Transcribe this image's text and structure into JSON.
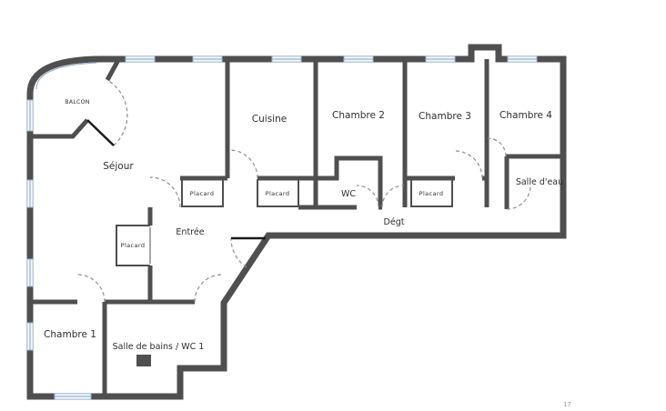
{
  "plan": {
    "labels": {
      "balcon": "BALCON",
      "sejour": "Séjour",
      "cuisine": "Cuisine",
      "chambre2": "Chambre 2",
      "chambre3": "Chambre 3",
      "chambre4": "Chambre 4",
      "wc": "WC",
      "salle_deau": "Salle d'eau",
      "degt": "Dégt",
      "entree": "Entrée",
      "placard": "Placard",
      "chambre1": "Chambre 1",
      "salle_de_bains": "Salle de bains / WC 1"
    },
    "watermark": "17"
  },
  "colors": {
    "wall": "#4f4f4f",
    "door": "#8f8f8f",
    "leaf": "#1a1a1a",
    "window": "#97b3d0",
    "window_fill": "#f4f8fc",
    "text": "#2f2f2f"
  }
}
